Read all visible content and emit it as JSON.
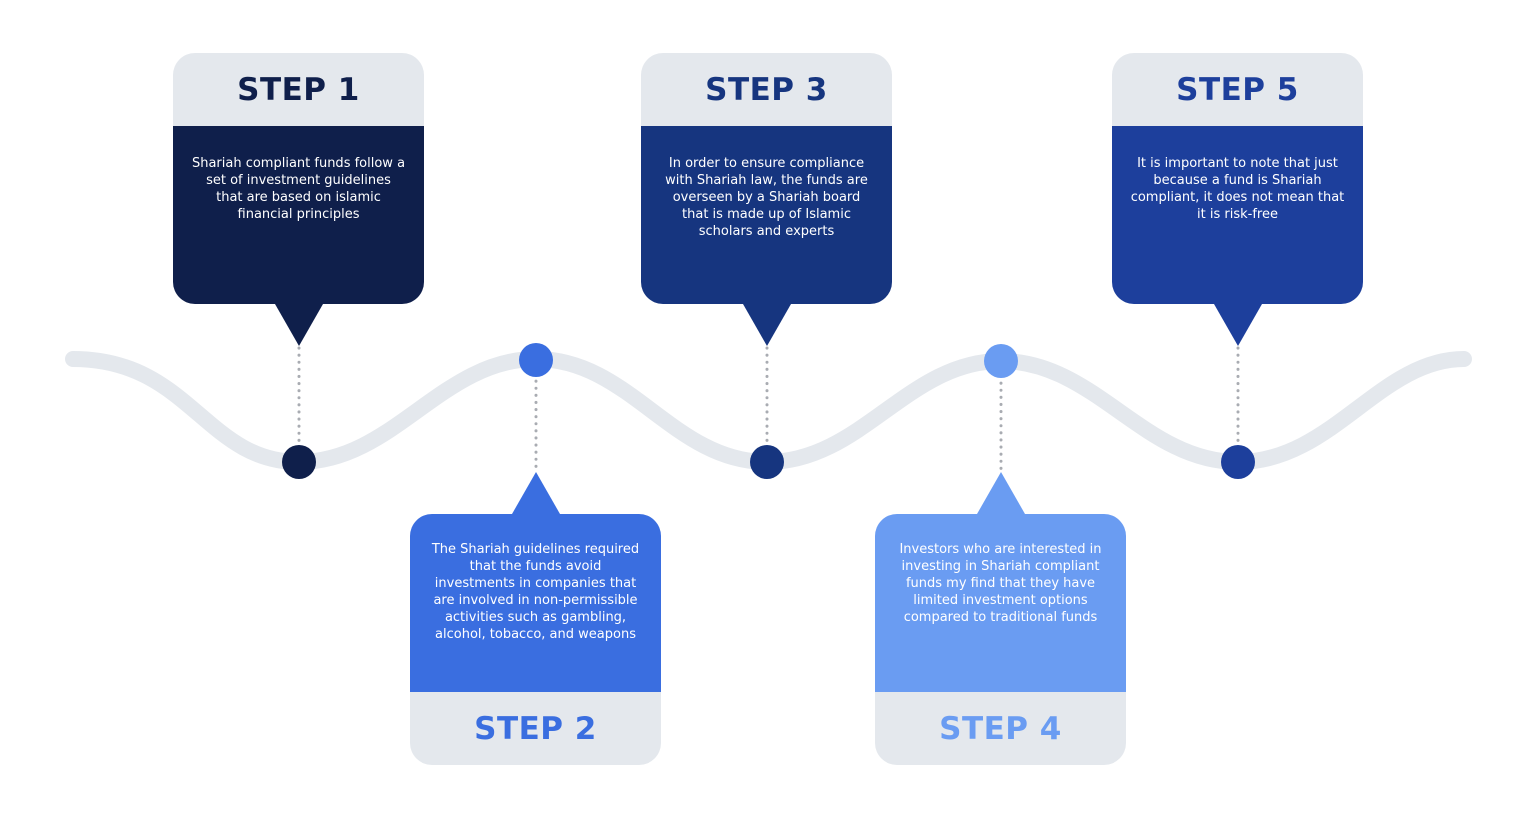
{
  "colors": {
    "track": "#e4e8ed",
    "connector": "#a9acb2",
    "head_bg": "#e4e8ed"
  },
  "steps": [
    {
      "title": "STEP 1",
      "text": "Shariah compliant funds follow a set of investment guidelines that are based on islamic financial principles",
      "color": "#0f1f4b",
      "title_color": "#0f1f4b"
    },
    {
      "title": "STEP 2",
      "text": "The Shariah guidelines required that the funds avoid investments in companies that are involved in non-permissible activities such as gambling, alcohol, tobacco, and weapons",
      "color": "#3a6ee0",
      "title_color": "#3a6ee0"
    },
    {
      "title": "STEP 3",
      "text": "In order to ensure compliance with Shariah law, the funds are overseen by a Shariah board that is made up of Islamic scholars and experts",
      "color": "#16357f",
      "title_color": "#16357f"
    },
    {
      "title": "STEP 4",
      "text": "Investors who are interested in investing in Shariah compliant funds my find that they have limited investment options compared to traditional funds",
      "color": "#6a9cf2",
      "title_color": "#6a9cf2"
    },
    {
      "title": "STEP 5",
      "text": "It is important to note that just because a fund is Shariah compliant, it does not mean that it is risk-free",
      "color": "#1d3f9c",
      "title_color": "#1d3f9c"
    }
  ]
}
